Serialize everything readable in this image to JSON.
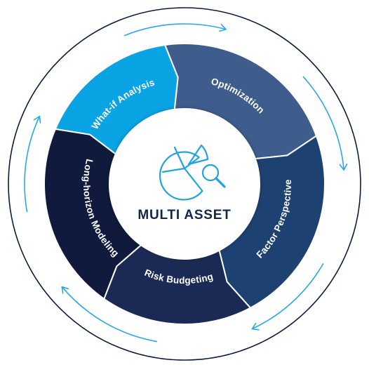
{
  "diagram": {
    "center_label": "MULTI ASSET",
    "center_icon": "pie-chart-magnifier-icon",
    "segments": [
      {
        "label": "What-if Analysis",
        "color": "#0aa3e3"
      },
      {
        "label": "Optimization",
        "color": "#3e5d8c"
      },
      {
        "label": "Factor Perspective",
        "color": "#1d4171"
      },
      {
        "label": "Risk Budgeting",
        "color": "#1b2a55"
      },
      {
        "label": "Long-horizon Modeling",
        "color": "#0f1a3d"
      }
    ],
    "colors": {
      "outer_circle": "#0d1b3a",
      "arrows": "#2aa8e6",
      "icon": "#23a3dd",
      "center_text": "#13264a"
    },
    "arrow_icon": "circular-arrow-icon"
  }
}
